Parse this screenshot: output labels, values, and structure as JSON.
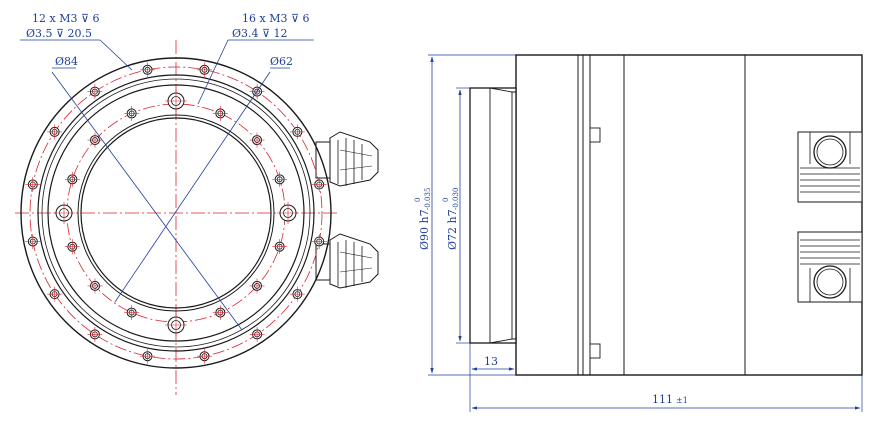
{
  "front_view": {
    "callout_12_line1": "12 x M3 ⊽ 6",
    "callout_12_line2": "Ø3.5 ⊽ 20.5",
    "callout_16_line1": "16 x M3 ⊽ 6",
    "callout_16_line2": "Ø3.4 ⊽ 12",
    "dia_84": "Ø84",
    "dia_62": "Ø62"
  },
  "side_view": {
    "dia_90": "Ø90 h7",
    "dia_90_upper_tol": "0",
    "dia_90_lower_tol": "-0.035",
    "dia_72": "Ø72 h7",
    "dia_72_upper_tol": "0",
    "dia_72_lower_tol": "-0.030",
    "len_13": "13",
    "len_111": "111",
    "len_111_tol": "±1"
  },
  "colors": {
    "outline": "#1a1a1a",
    "dimension": "#1f3f9a",
    "center_line": "#d8262f"
  }
}
